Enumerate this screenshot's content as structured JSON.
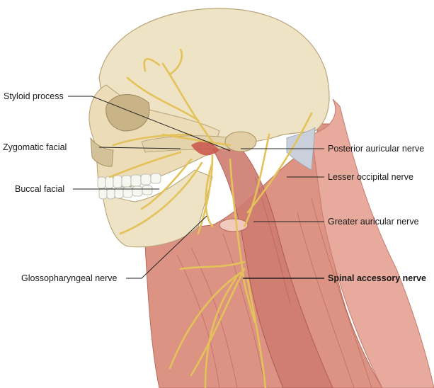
{
  "labels": {
    "styloid_process": "Styloid process",
    "zygomatic_facial": "Zygomatic facial",
    "buccal_facial": "Buccal facial",
    "glossopharyngeal_nerve": "Glossopharyngeal nerve",
    "posterior_auricular_nerve": "Posterior auricular nerve",
    "lesser_occipital_nerve": "Lesser occipital nerve",
    "greater_auricular_nerve": "Greater auricular nerve",
    "spinal_accessory_nerve": "Spinal accessory nerve"
  },
  "colors": {
    "bone": "#efe3c6",
    "bone_shadow": "#d8c7a0",
    "muscle": "#d98c80",
    "muscle_dark": "#c06a5e",
    "skin": "#f1d2c4",
    "nerve": "#e4c25a",
    "teeth": "#f7f7f2",
    "leader": "#222222"
  }
}
